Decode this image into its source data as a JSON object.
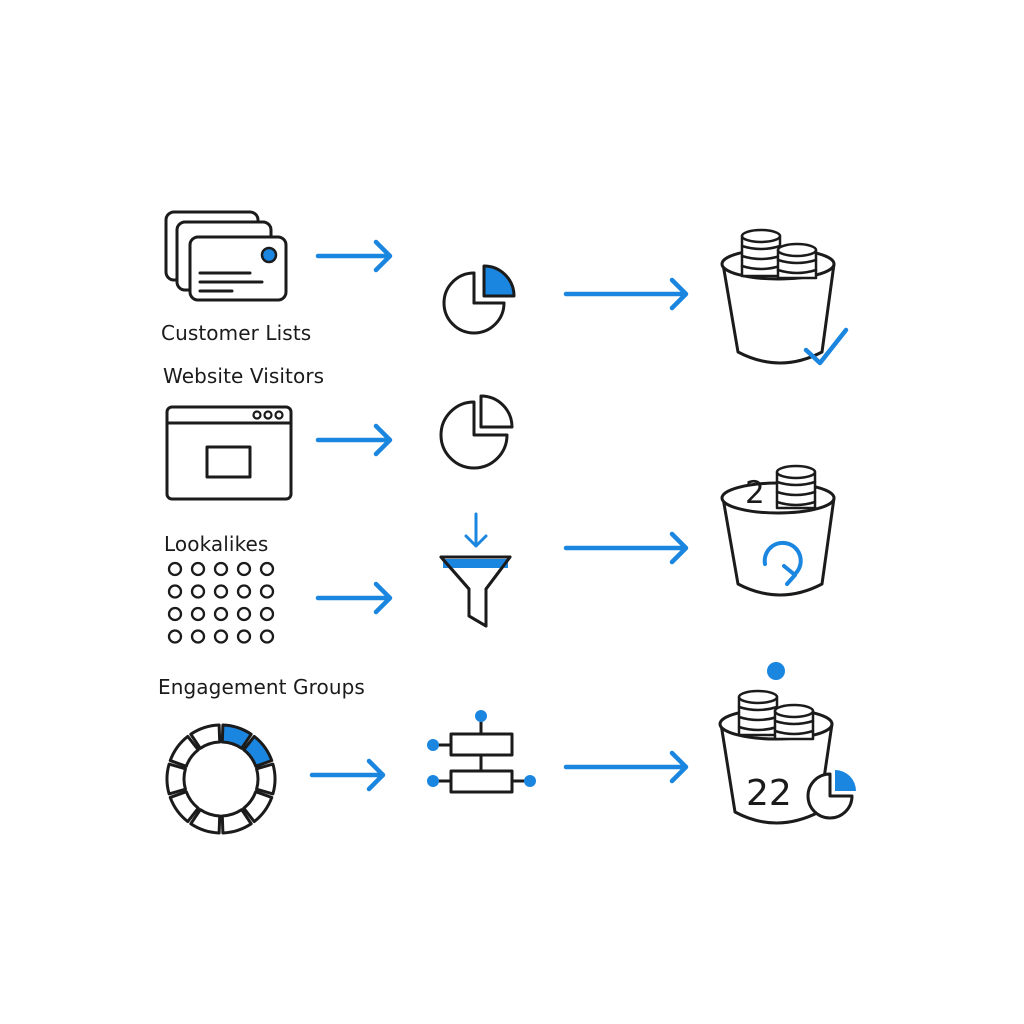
{
  "sources": [
    {
      "label": "Customer Lists",
      "icon": "card-stack-icon"
    },
    {
      "label": "Website Visitors",
      "icon": "browser-window-icon"
    },
    {
      "label": "Lookalikes",
      "icon": "dot-grid-icon"
    },
    {
      "label": "Engagement Groups",
      "icon": "segmented-ring-icon"
    }
  ],
  "buckets": [
    {
      "icon": "coin-bucket-check-icon"
    },
    {
      "icon": "coin-bucket-refresh-icon",
      "number": "2"
    },
    {
      "icon": "coin-bucket-pie-icon",
      "number": "22"
    }
  ],
  "colors": {
    "accent": "#1a86e0",
    "ink": "#1b1b1b",
    "background": "#ffffff"
  }
}
